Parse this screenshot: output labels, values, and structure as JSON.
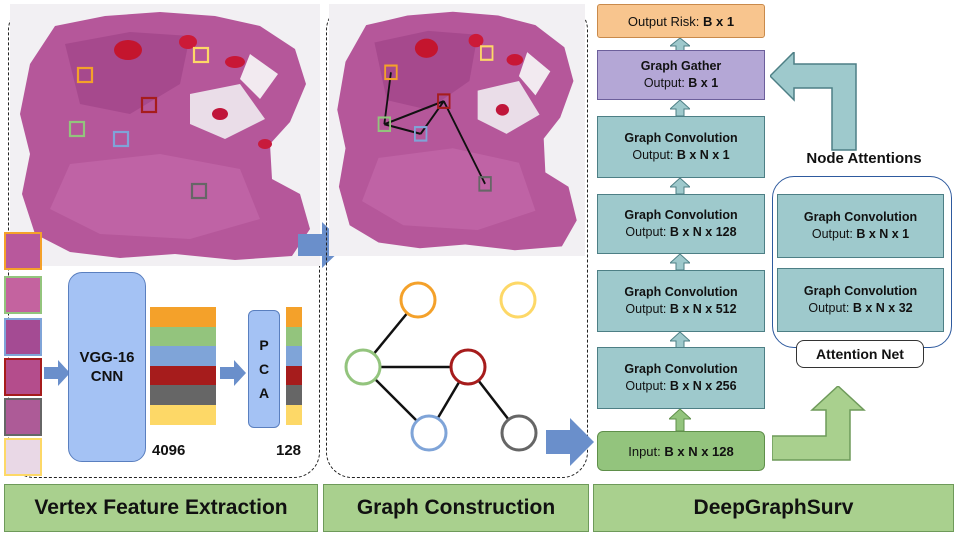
{
  "stages": {
    "vertex": "Vertex Feature Extraction",
    "graph": "Graph Construction",
    "deep": "DeepGraphSurv"
  },
  "feature": {
    "cnn_line1": "VGG-16",
    "cnn_line2": "CNN",
    "pca_letters": [
      "P",
      "C",
      "A"
    ],
    "dim_4096": "4096",
    "dim_128": "128"
  },
  "pipeline": {
    "output_risk_label": "Output Risk: ",
    "output_risk_value": "B x 1",
    "gather_title": "Graph Gather",
    "gather_out_label": "Output: ",
    "gather_out_value": "B x 1",
    "conv_title": "Graph Convolution",
    "out_label": "Output: ",
    "conv_outputs": [
      "B x N x 1",
      "B x N x 128",
      "B x N x 512",
      "B x N x 256"
    ],
    "input_label": "Input: ",
    "input_value": "B x N x 128"
  },
  "attention": {
    "node_attentions": "Node Attentions",
    "net_label": "Attention Net",
    "conv_title": "Graph Convolution",
    "out_label": "Output: ",
    "outputs": [
      "B x N x 1",
      "B x N x 32"
    ]
  },
  "colors": {
    "orange": "#f4a12a",
    "yellow": "#fdd867",
    "green": "#93c47d",
    "blue": "#7fa4d8",
    "red": "#a61c1c",
    "gray": "#666666",
    "risk_box": "#f8c58e",
    "gather_box": "#b4a7d6",
    "conv_box": "#9ec9cc",
    "stage_box": "#a9d08e",
    "arrow_blue": "#6a8fcb"
  }
}
